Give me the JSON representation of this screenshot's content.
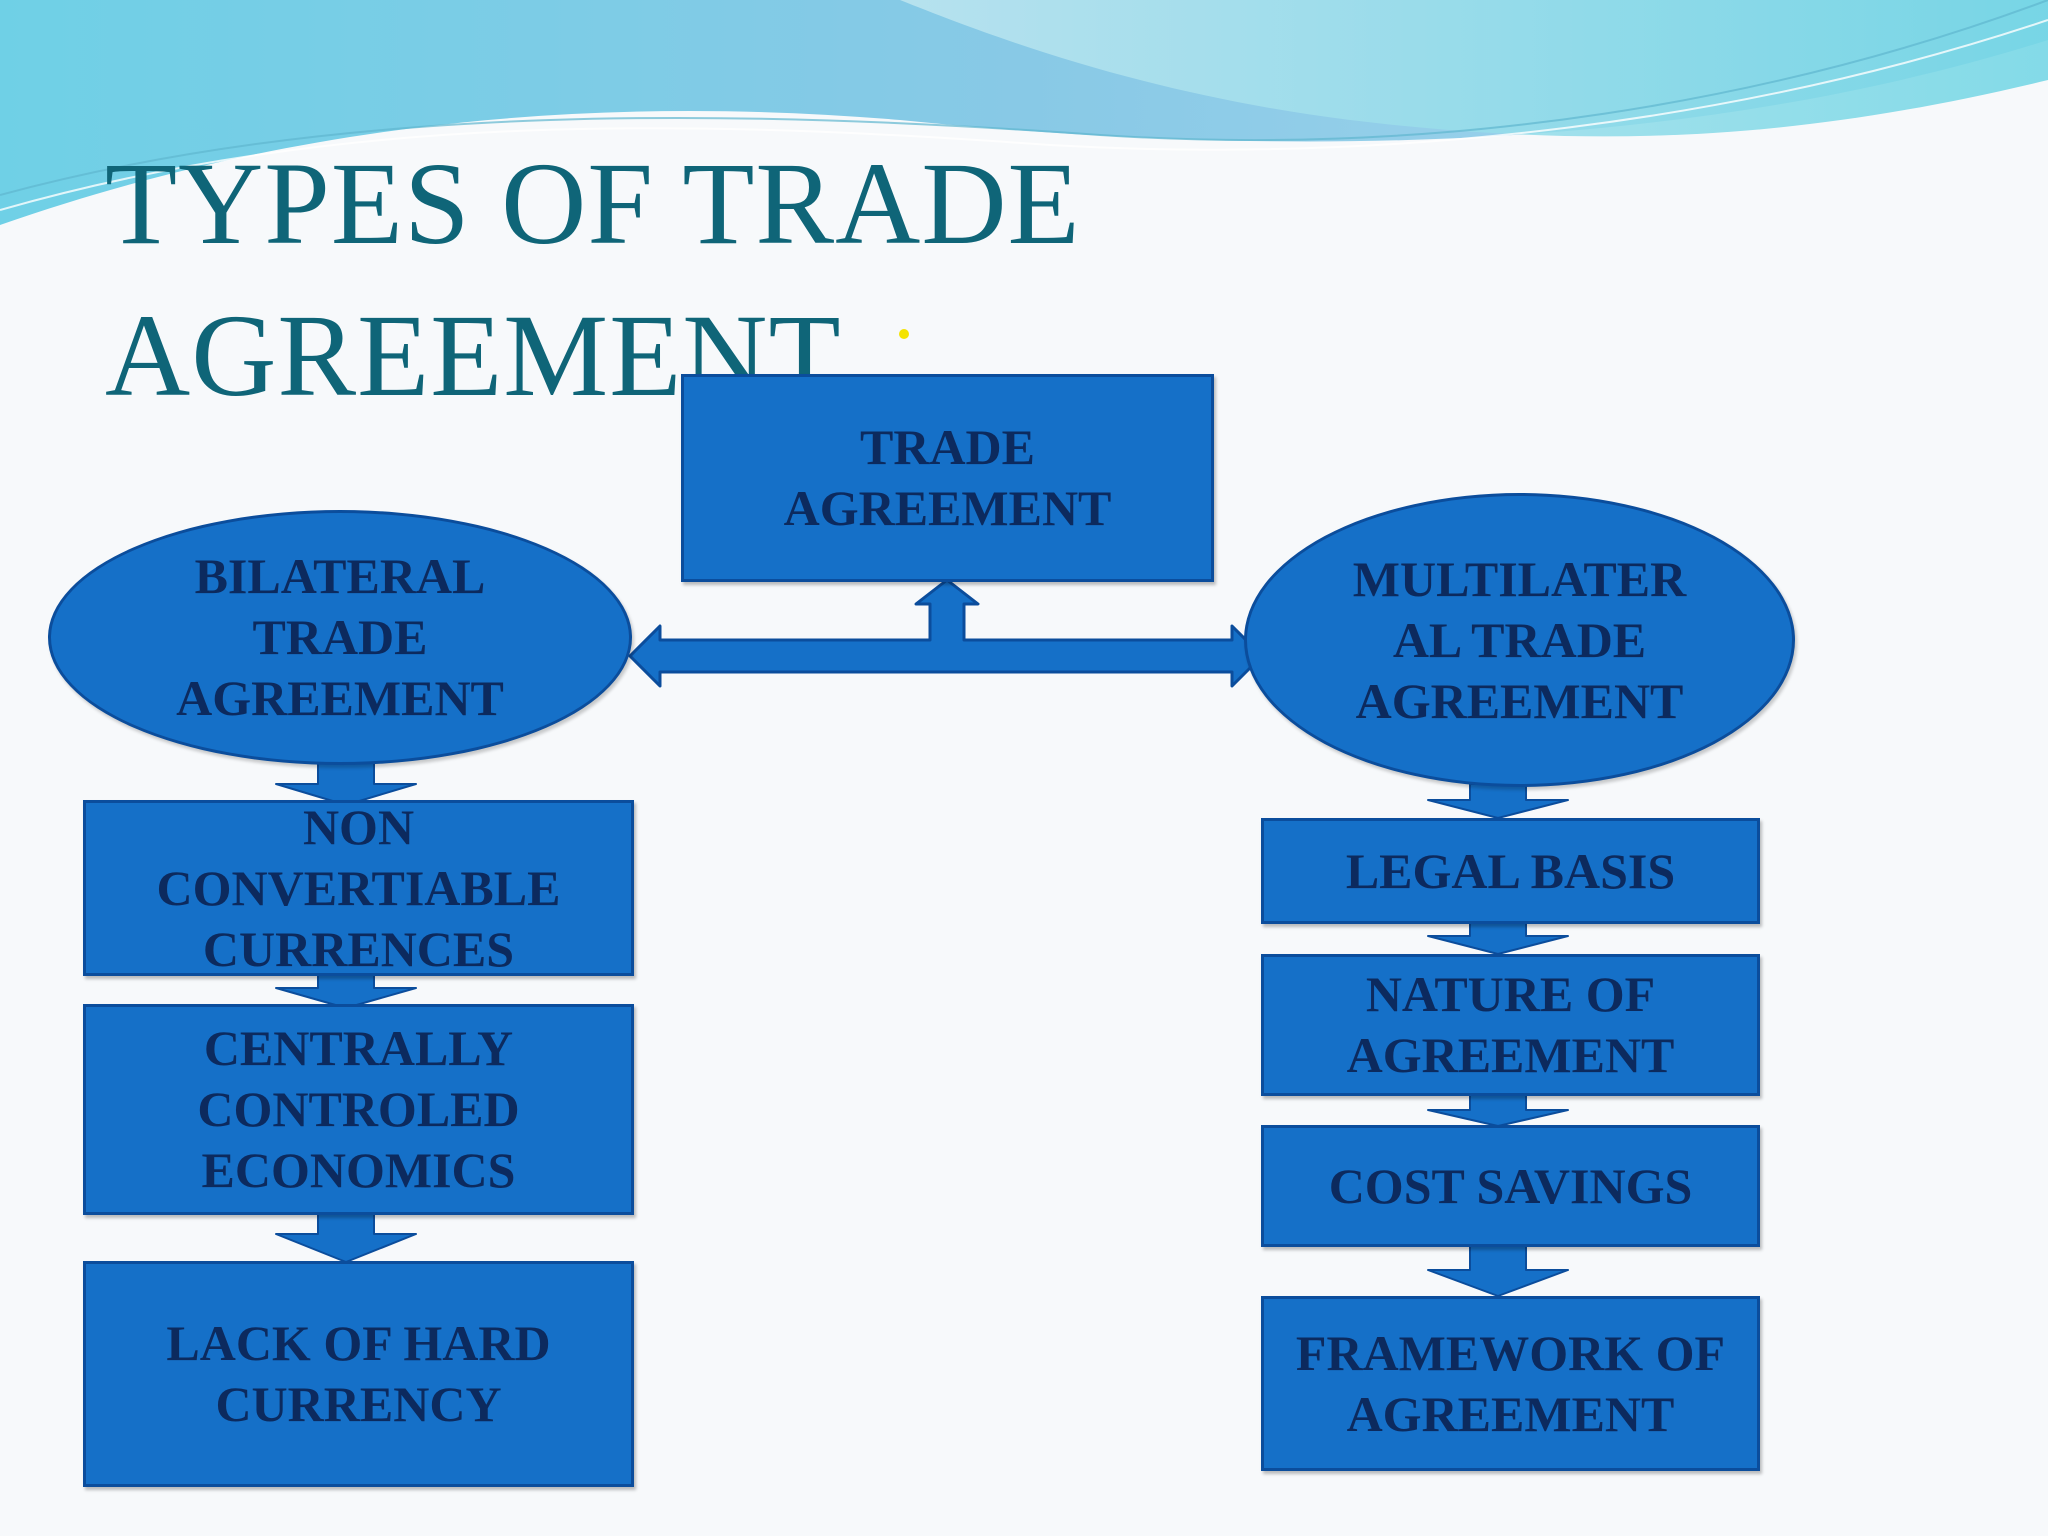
{
  "slide": {
    "title_line1": "TYPES OF TRADE",
    "title_line2": "AGREEMENT"
  },
  "diagram": {
    "root": "TRADE\nAGREEMENT",
    "left_branch": {
      "head": "BILATERAL\nTRADE\nAGREEMENT",
      "items": [
        "NON\nCONVERTIABLE\nCURRENCES",
        "CENTRALLY\nCONTROLED\nECONOMICS",
        "LACK OF HARD\nCURRENCY"
      ]
    },
    "right_branch": {
      "head": "MULTILATER\nAL   TRADE\nAGREEMENT",
      "items": [
        "LEGAL BASIS",
        "NATURE OF\nAGREEMENT",
        "COST SAVINGS",
        "FRAMEWORK OF\nAGREEMENT"
      ]
    }
  },
  "colors": {
    "title": "#0f6578",
    "node_fill": "#1570c8",
    "node_border": "#0b4d9c",
    "node_text": "#0c2a5e"
  }
}
